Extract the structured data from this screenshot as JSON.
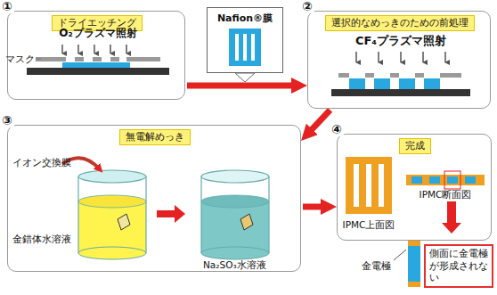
{
  "diagram": {
    "nodes": [
      {
        "text": [
          "①"
        ]
      },
      {
        "text": [
          "ドライエッチング"
        ],
        "in": 0
      },
      {
        "text": [
          "Nafion®膜"
        ]
      },
      {
        "text": [
          "②"
        ]
      },
      {
        "text": [
          "選択的なめっきのための前処理"
        ],
        "in": 3
      },
      {
        "text": [
          "③"
        ]
      },
      {
        "text": [
          "無電解めっき"
        ],
        "in": 5
      },
      {
        "text": [
          "④"
        ]
      },
      {
        "text": [
          "完成"
        ],
        "in": 7
      },
      {
        "text": [
          "側面に金電極 が形成されない"
        ]
      }
    ],
    "edges": [
      {
        "from": 0,
        "to": 3,
        "arrow": "to"
      },
      {
        "from": 3,
        "to": 5,
        "arrow": "to"
      },
      {
        "from": 5,
        "to": 7,
        "arrow": "to"
      }
    ],
    "labels": [
      "O₂プラズマ照射",
      "マスク",
      "CF₄プラズマ照射",
      "イオン交換膜",
      "金錯体水溶液",
      "Na₂SO₃水溶液",
      "IPMC上面図",
      "IPMC断面図",
      "金電極"
    ]
  }
}
